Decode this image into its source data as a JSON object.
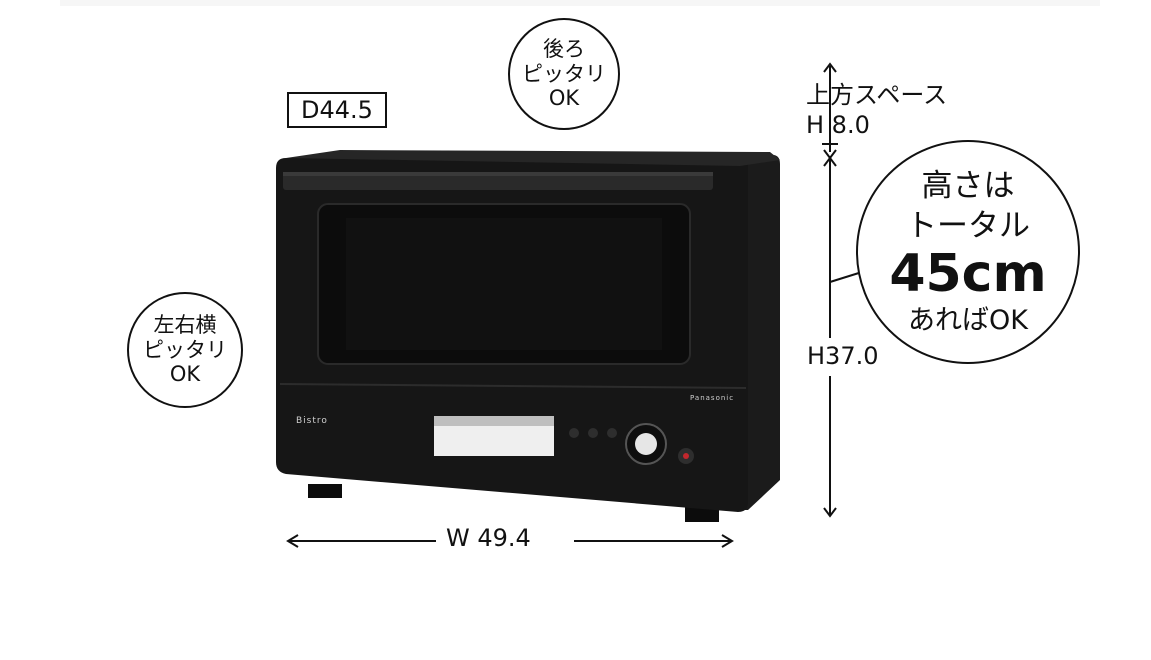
{
  "annotations": {
    "depth": "D44.5",
    "back_bubble": [
      "後ろ",
      "ピッタリ",
      "OK"
    ],
    "side_bubble": [
      "左右横",
      "ピッタリ",
      "OK"
    ],
    "top_space": [
      "上方スペース",
      "H 8.0"
    ],
    "total_bubble": [
      "高さは",
      "トータル",
      "45cm",
      "あればOK"
    ],
    "height": "H37.0",
    "width": "W 49.4"
  },
  "product": {
    "brand_logo": "Bistro",
    "maker_logo": "Panasonic",
    "body_color": "#151515"
  }
}
